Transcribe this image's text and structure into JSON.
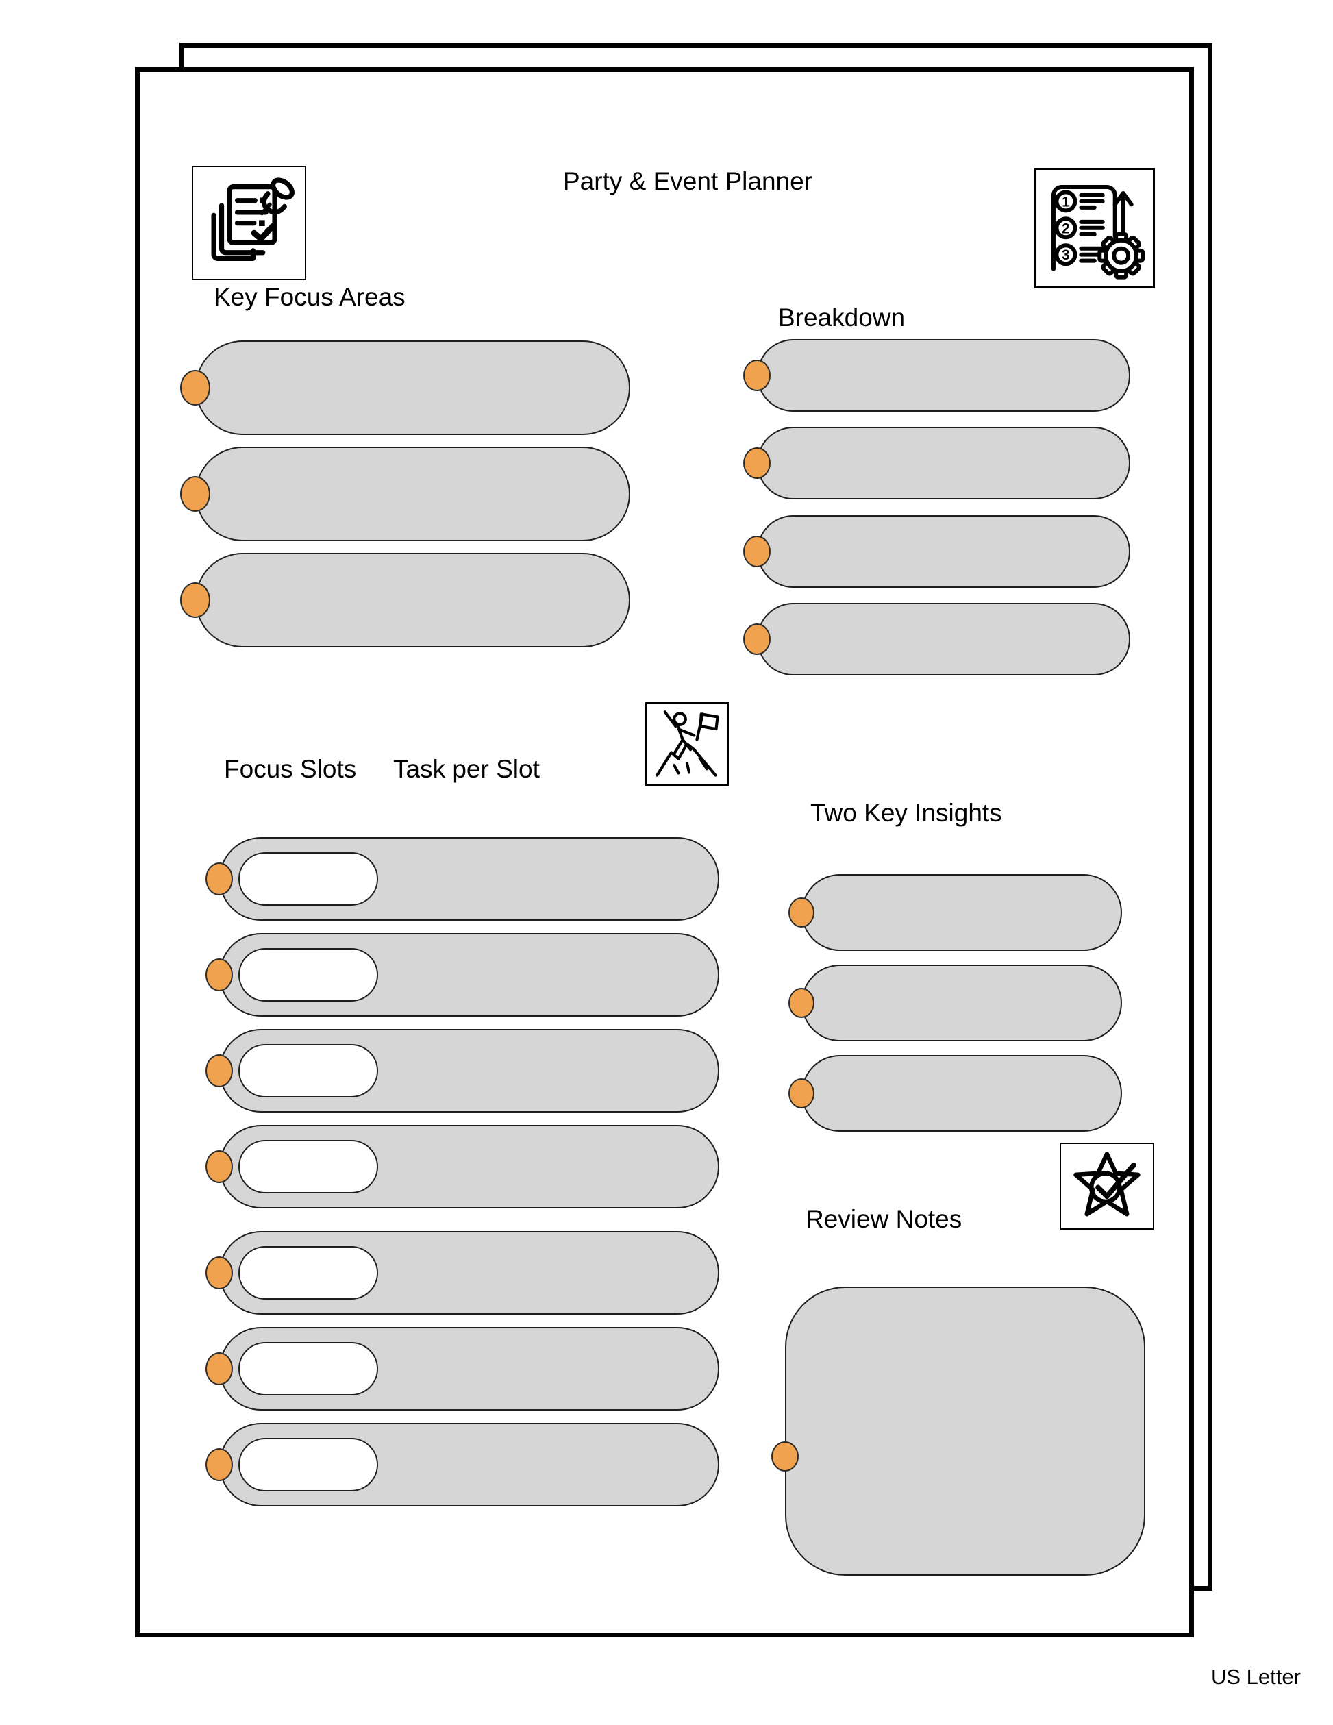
{
  "document": {
    "title": "Party & Event Planner",
    "paper_size_label": "US Letter"
  },
  "colors": {
    "page_background": "#ffffff",
    "page_border": "#000000",
    "slot_fill": "#d6d6d6",
    "slot_border": "#1f1f1f",
    "accent_orange": "#f0a24f",
    "inner_field_fill": "#ffffff",
    "text": "#000000"
  },
  "icons": {
    "top_left": "pinned-notes-icon",
    "top_right": "numbered-steps-gear-icon",
    "middle": "mountain-climber-flag-icon",
    "lower_right": "star-check-icon"
  },
  "sections": {
    "key_focus_areas": {
      "heading": "Key Focus Areas",
      "slot_count": 3
    },
    "breakdown": {
      "heading": "Breakdown",
      "slot_count": 4
    },
    "focus_slots": {
      "heading_slots": "Focus Slots",
      "heading_tasks": "Task per Slot",
      "row_count": 7
    },
    "two_key_insights": {
      "heading": "Two Key Insights",
      "slot_count": 3
    },
    "review_notes": {
      "heading": "Review Notes",
      "note_count": 1
    }
  }
}
